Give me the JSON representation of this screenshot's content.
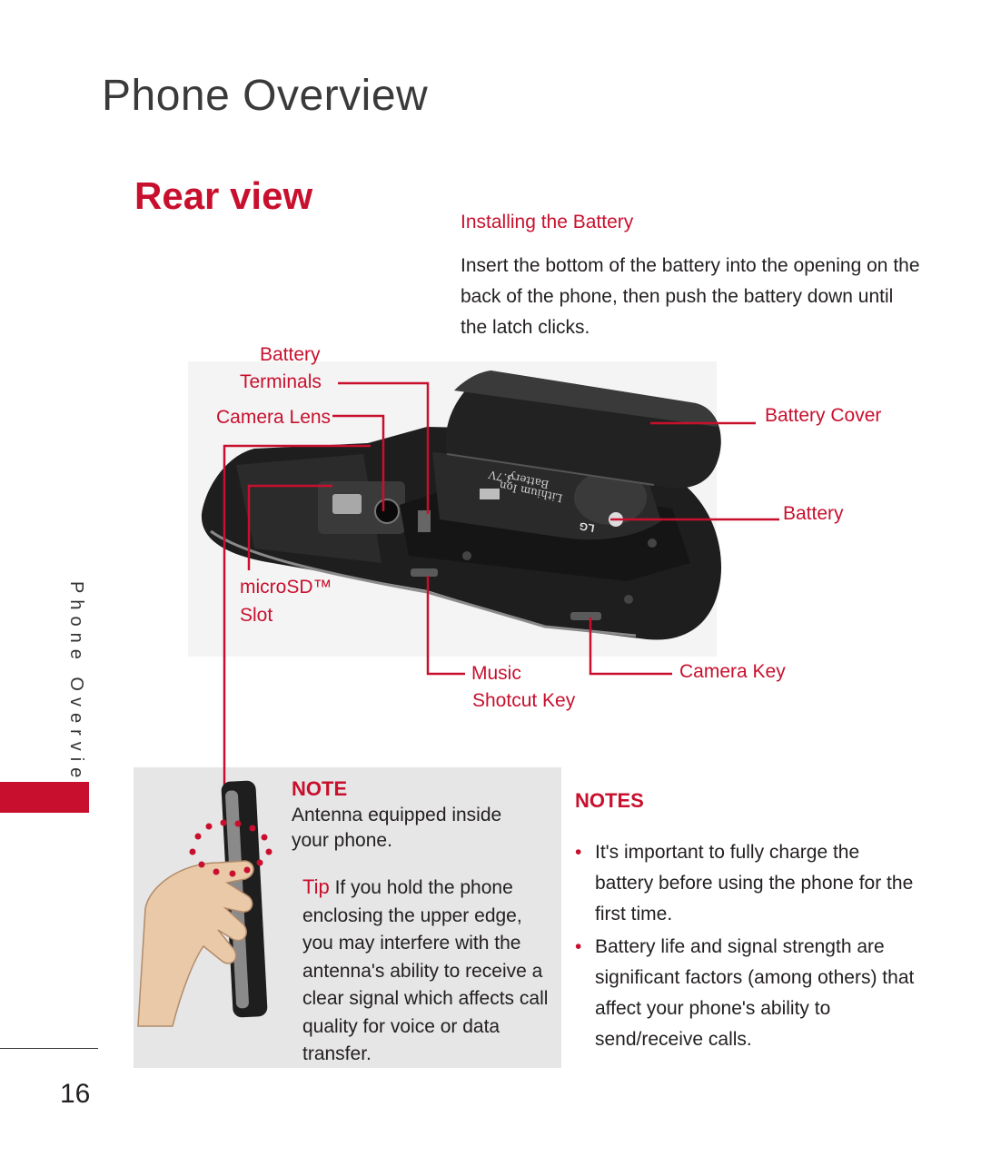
{
  "page": {
    "title": "Phone Overview",
    "section_title": "Rear view",
    "side_title": "Phone Overview",
    "page_number": "16"
  },
  "installing": {
    "heading": "Installing the Battery",
    "body": "Insert the bottom of the battery into the opening on the back of the phone, then push the battery down until the latch clicks."
  },
  "callouts": {
    "battery_terminals_line1": "Battery",
    "battery_terminals_line2": "Terminals",
    "camera_lens": "Camera Lens",
    "battery_cover": "Battery Cover",
    "battery": "Battery",
    "microsd_line1": "microSD™",
    "microsd_line2": "Slot",
    "music_line1": "Music",
    "music_line2": "Shotcut Key",
    "camera_key": "Camera Key"
  },
  "battery_label": {
    "brand": "LG",
    "line1": "Lithium Ion",
    "line2": "Battery",
    "voltage": "3.7V"
  },
  "note": {
    "heading": "NOTE",
    "body": "Antenna equipped inside your phone.",
    "tip_label": "Tip",
    "tip_body": "If you hold the phone enclosing the upper edge, you may interfere with the antenna's ability to receive a clear signal which affects call quality for voice or data transfer."
  },
  "notes": {
    "heading": "NOTES",
    "items": [
      "It's important to fully charge the battery before using the phone for the first time.",
      "Battery life and signal strength are significant factors (among others) that affect your phone's ability to send/receive calls."
    ]
  },
  "colors": {
    "accent": "#c8102e",
    "note_background": "#e6e6e6",
    "phone_body": "#1e1e1e"
  },
  "icons": {
    "bullet": "•"
  }
}
